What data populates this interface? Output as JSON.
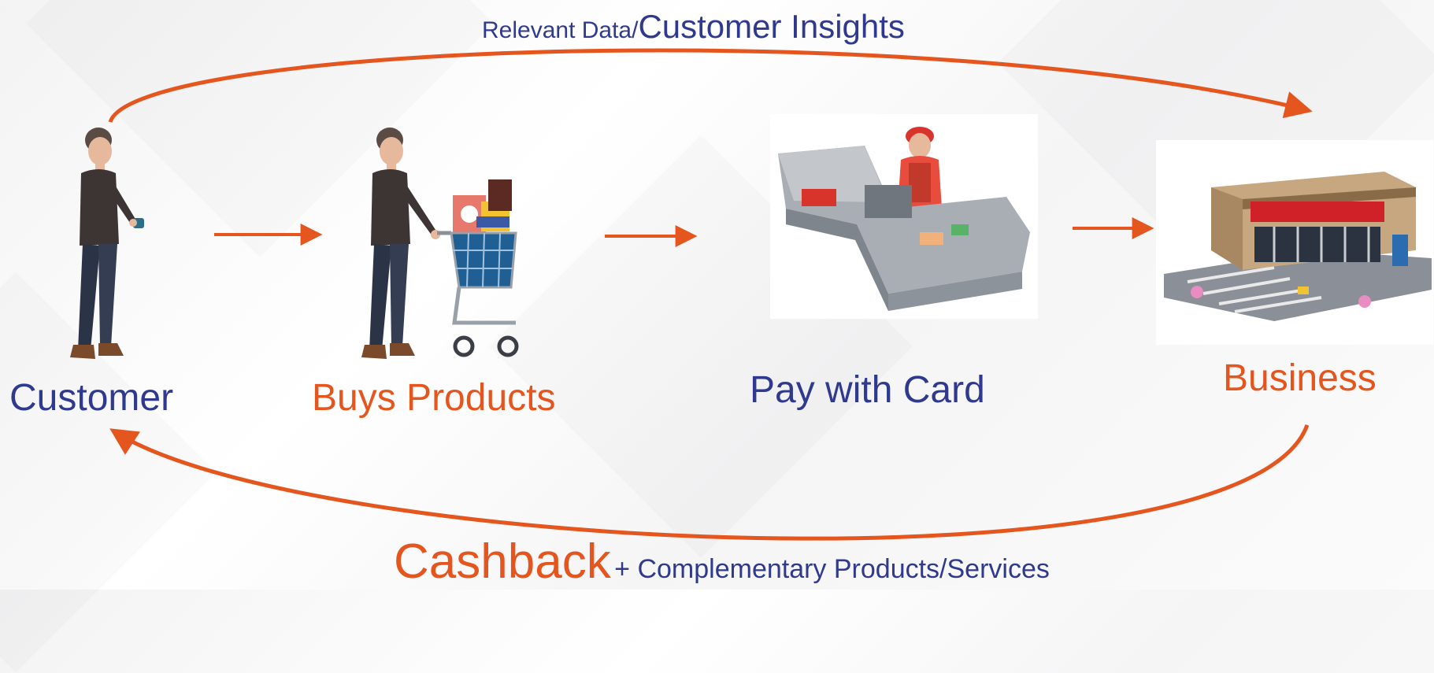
{
  "colors": {
    "accent_orange": "#e4561e",
    "text_blue": "#2f3a8f"
  },
  "top_arrow": {
    "text_small": "Relevant Data/",
    "text_large": "Customer Insights"
  },
  "nodes": [
    {
      "label": "Customer",
      "icon": "customer-walking-icon"
    },
    {
      "label": "Buys Products",
      "icon": "customer-with-shopping-cart-icon"
    },
    {
      "label": "Pay with Card",
      "icon": "checkout-counter-cashier-icon"
    },
    {
      "label": "Business",
      "icon": "store-building-icon"
    }
  ],
  "bottom_arrow": {
    "text_large": "Cashback",
    "text_small": "+ Complementary Products/Services"
  }
}
